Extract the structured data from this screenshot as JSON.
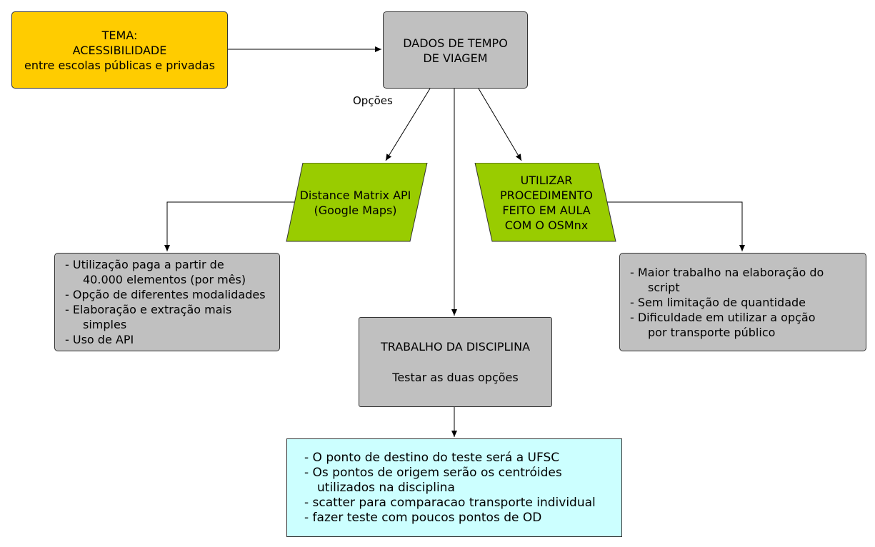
{
  "tema": {
    "lines": [
      "TEMA:",
      "ACESSIBILIDADE",
      "entre escolas públicas e privadas"
    ]
  },
  "dados": {
    "lines": [
      "DADOS DE TEMPO",
      "DE VIAGEM"
    ]
  },
  "edge_label": "Opções",
  "distance_matrix": {
    "lines": [
      "Distance Matrix API",
      "(Google Maps)"
    ]
  },
  "osmnx": {
    "lines": [
      "UTILIZAR",
      "PROCEDIMENTO",
      "FEITO EM AULA",
      "COM O OSMnx"
    ]
  },
  "left_list": {
    "items": [
      "- Utilização paga a partir de",
      "40.000 elementos (por mês)",
      "- Opção de diferentes modalidades",
      "- Elaboração e extração mais simples",
      "- Uso de API"
    ]
  },
  "right_list": {
    "items": [
      "- Maior trabalho na elaboração do script",
      "- Sem limitação de quantidade",
      "- Dificuldade em utilizar a opção",
      "por transporte público"
    ]
  },
  "trabalho": {
    "title": "TRABALHO DA DISCIPLINA",
    "subtitle": "Testar as duas opções"
  },
  "bottom_list": {
    "items": [
      "- O ponto de destino do teste será a UFSC",
      "- Os pontos de origem serão os centróides",
      "utilizados na disciplina",
      "- scatter para comparacao transporte individual",
      "- fazer teste com poucos pontos de OD"
    ]
  },
  "colors": {
    "tema_fill": "#ffcc00",
    "gray_fill": "#c0c0c0",
    "green_fill": "#99cc00",
    "cyan_fill": "#ccffff"
  }
}
